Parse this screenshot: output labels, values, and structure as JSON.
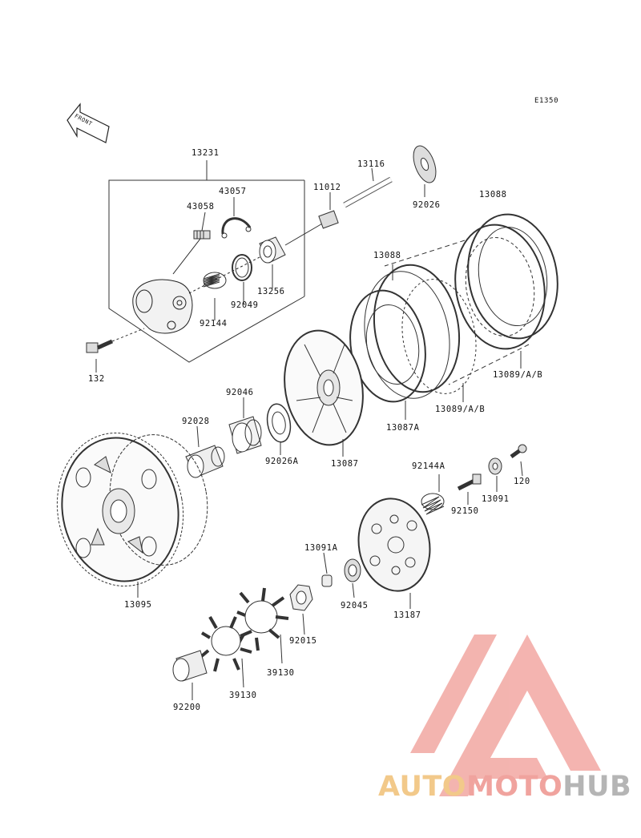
{
  "diagram": {
    "code": "E1350",
    "front_label": "FRONT",
    "parts": [
      {
        "id": "13231",
        "label": "13231"
      },
      {
        "id": "43057",
        "label": "43057"
      },
      {
        "id": "43058",
        "label": "43058"
      },
      {
        "id": "11012",
        "label": "11012"
      },
      {
        "id": "13116",
        "label": "13116"
      },
      {
        "id": "92026",
        "label": "92026"
      },
      {
        "id": "13088a",
        "label": "13088"
      },
      {
        "id": "13088b",
        "label": "13088"
      },
      {
        "id": "13256",
        "label": "13256"
      },
      {
        "id": "92049",
        "label": "92049"
      },
      {
        "id": "92144",
        "label": "92144"
      },
      {
        "id": "132",
        "label": "132"
      },
      {
        "id": "13089b",
        "label": "13089/A/B"
      },
      {
        "id": "13089a",
        "label": "13089/A/B"
      },
      {
        "id": "13087A",
        "label": "13087A"
      },
      {
        "id": "92046",
        "label": "92046"
      },
      {
        "id": "92028",
        "label": "92028"
      },
      {
        "id": "92026A",
        "label": "92026A"
      },
      {
        "id": "13087",
        "label": "13087"
      },
      {
        "id": "92144A",
        "label": "92144A"
      },
      {
        "id": "120",
        "label": "120"
      },
      {
        "id": "13091",
        "label": "13091"
      },
      {
        "id": "92150",
        "label": "92150"
      },
      {
        "id": "13091A",
        "label": "13091A"
      },
      {
        "id": "92045",
        "label": "92045"
      },
      {
        "id": "13187",
        "label": "13187"
      },
      {
        "id": "13095",
        "label": "13095"
      },
      {
        "id": "92015",
        "label": "92015"
      },
      {
        "id": "39130a",
        "label": "39130"
      },
      {
        "id": "39130b",
        "label": "39130"
      },
      {
        "id": "92200",
        "label": "92200"
      }
    ]
  },
  "watermark": {
    "brand_part1": "AUTO",
    "brand_part2": "MOTO",
    "brand_part3": "HUB",
    "colors": {
      "logo": "#f2a7a2",
      "auto": "#f2c98a",
      "moto": "#f0a39e",
      "hub": "#b5b5b5"
    }
  }
}
